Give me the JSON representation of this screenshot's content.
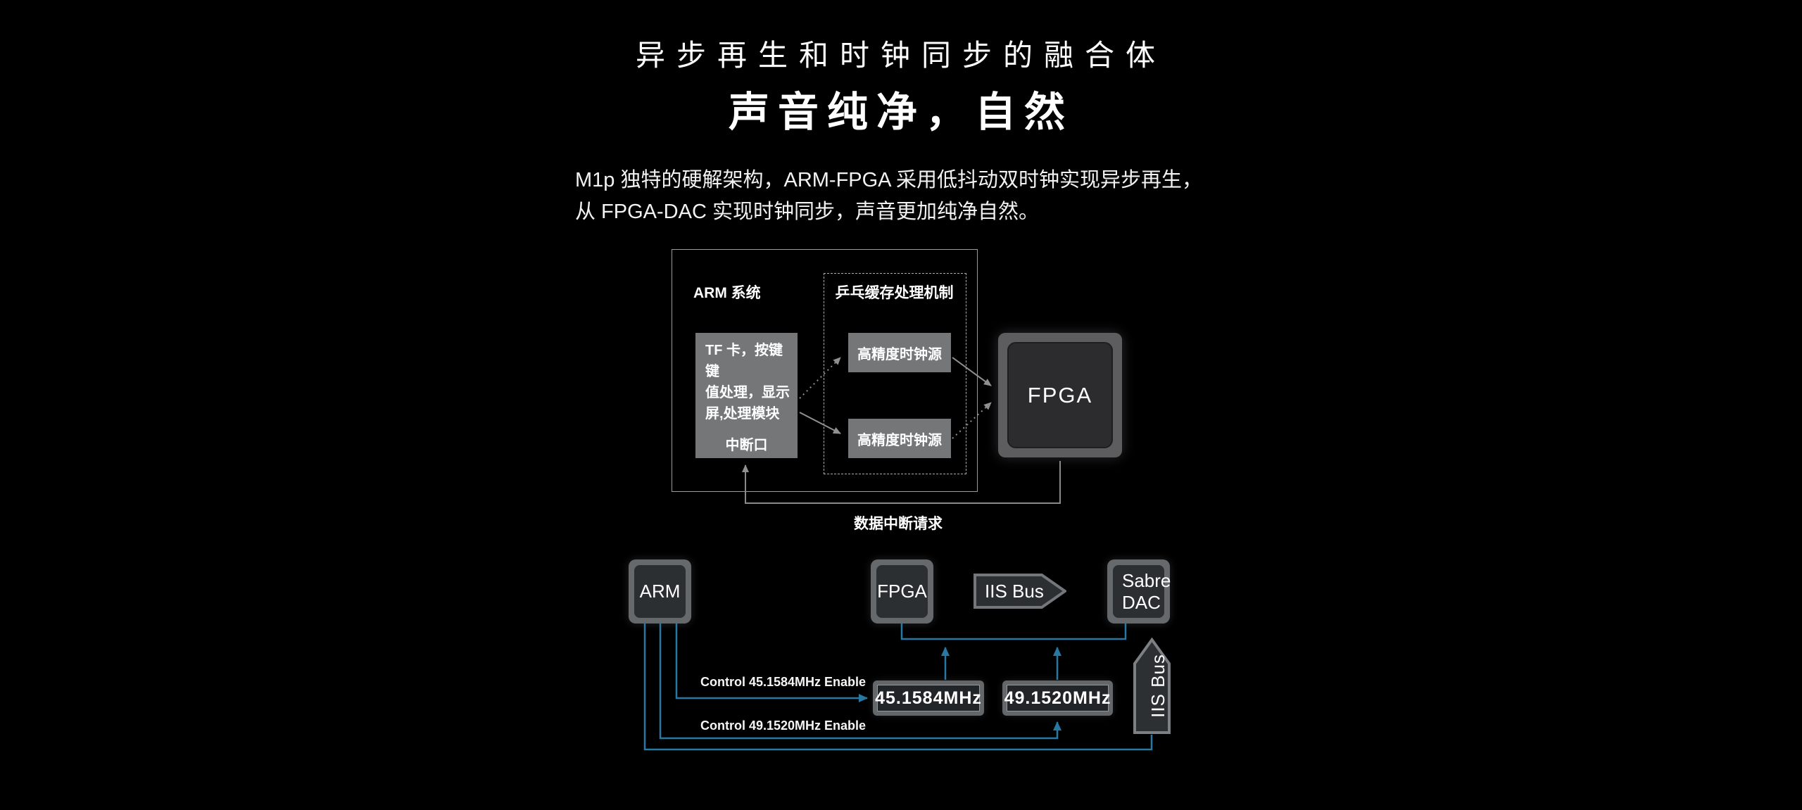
{
  "header": {
    "title": "异步再生和时钟同步的融合体",
    "subtitle": "声音纯净，自然",
    "desc_line1": "M1p 独特的硬解架构，ARM-FPGA 采用低抖动双时钟实现异步再生，",
    "desc_line2": "从 FPGA-DAC 实现时钟同步，声音更加纯净自然。"
  },
  "top_diagram": {
    "arm_system_label": "ARM 系统",
    "pingpong_label": "乒乓缓存处理机制",
    "tf_lines": [
      "TF 卡，按键键",
      "值处理，显示",
      "屏,处理模块"
    ],
    "interrupt_port": "中断口",
    "clock_source_top": "高精度时钟源",
    "clock_source_bottom": "高精度时钟源",
    "fpga_label": "FPGA",
    "data_interrupt_request": "数据中断请求"
  },
  "bottom_diagram": {
    "arm_chip": "ARM",
    "fpga_chip": "FPGA",
    "iis_bus_horizontal": "IIS Bus",
    "dac_chip_line1": "Sabre",
    "dac_chip_line2": "DAC",
    "control_45_label": "Control 45.1584MHz Enable",
    "control_49_label": "Control 49.1520MHz Enable",
    "clock_45": "45.1584MHz",
    "clock_49": "49.1520MHz",
    "iis_bus_vertical": "IIS Bus"
  },
  "colors": {
    "background": "#000000",
    "teal_line": "#2779a3",
    "gray_line": "#909090",
    "box_gray": "#747678",
    "chip_rim": "#66696c",
    "chip_inner": "#2b2f32",
    "panel_outer": "#5d5d5f",
    "panel_inner": "#2c2c2e",
    "text": "#ffffff"
  }
}
